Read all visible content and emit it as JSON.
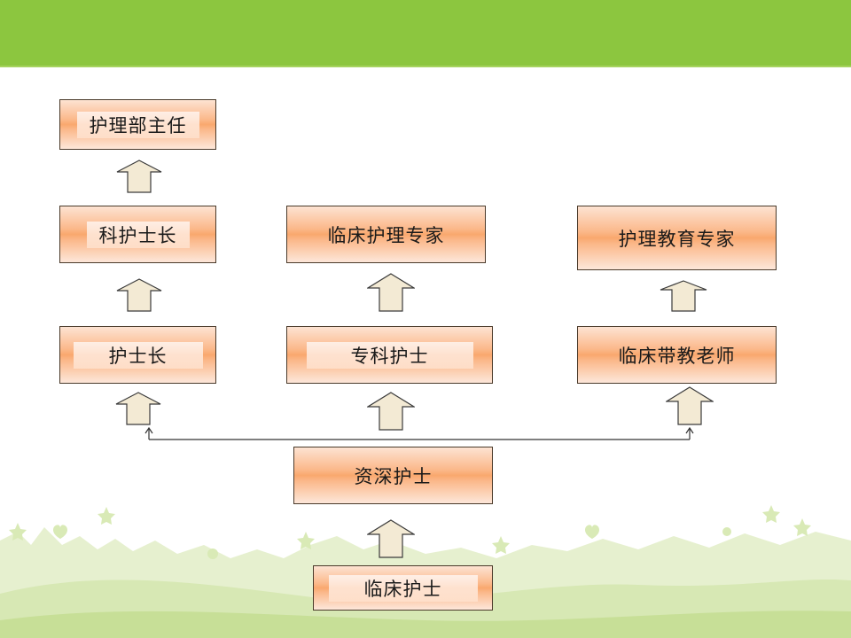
{
  "nodes": {
    "director": "护理部主任",
    "dept_head_nurse": "科护士长",
    "head_nurse": "护士长",
    "clinical_expert": "临床护理专家",
    "specialist_nurse": "专科护士",
    "education_expert": "护理教育专家",
    "clinical_preceptor": "临床带教老师",
    "senior_nurse": "资深护士",
    "clinical_nurse": "临床护士"
  },
  "colors": {
    "header_band": "#8cc63f",
    "box_border": "#4a3a2a",
    "arrow_fill": "#f3ead4",
    "line": "#333333"
  }
}
